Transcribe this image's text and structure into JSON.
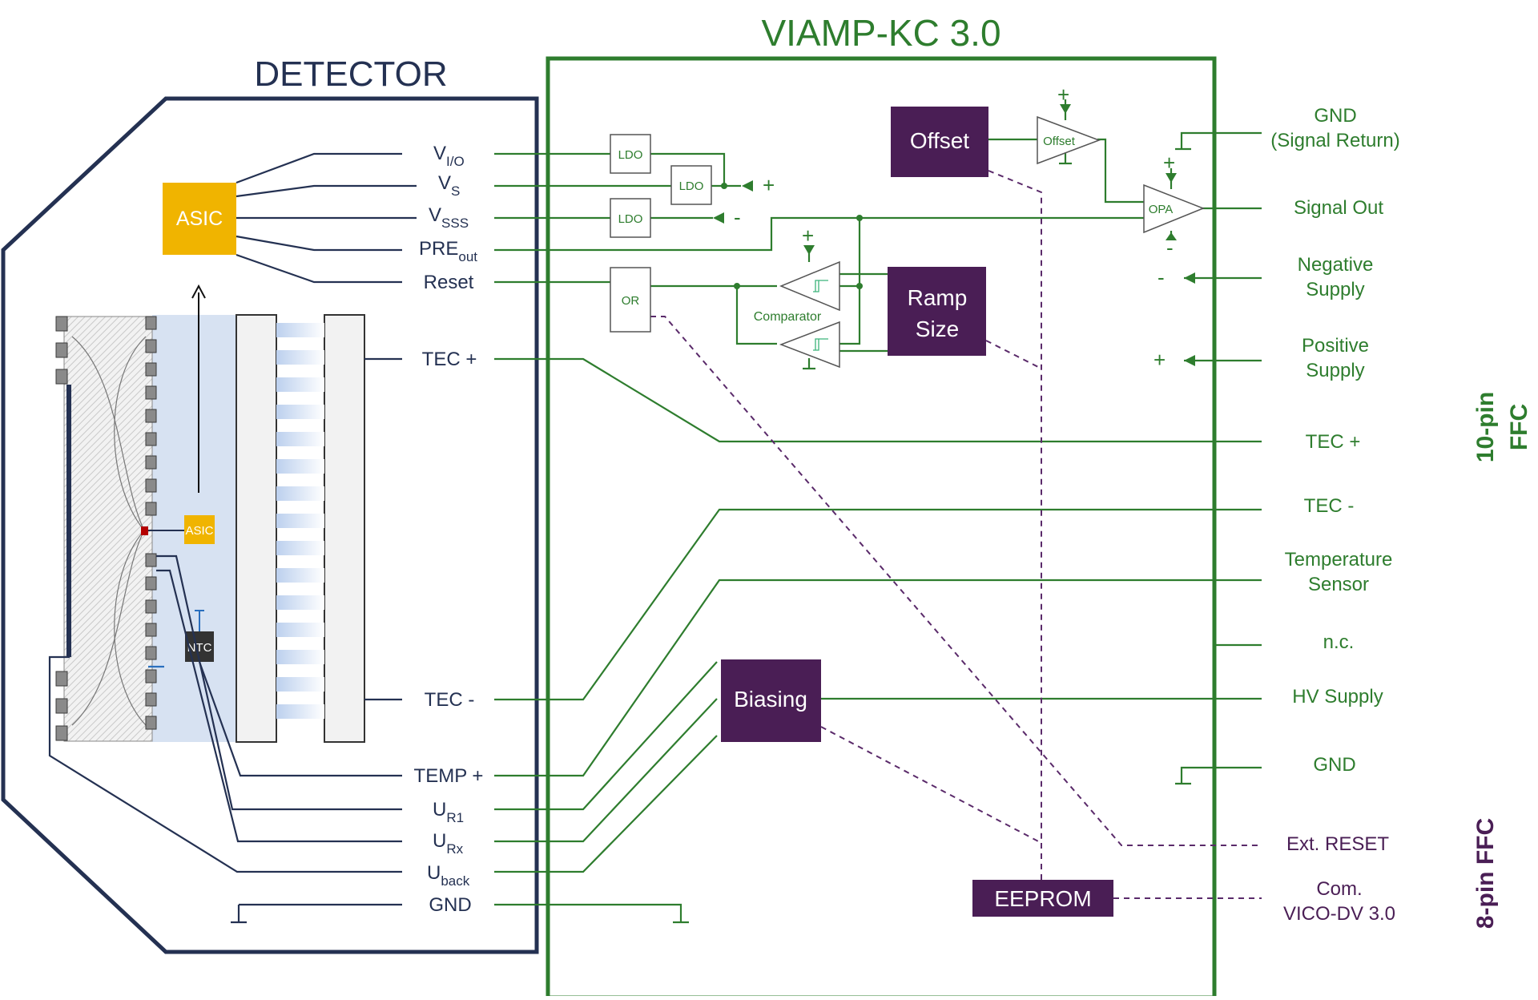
{
  "titles": {
    "detector": "DETECTOR",
    "amp": "VIAMP-KC 3.0"
  },
  "colors": {
    "navy": "#243152",
    "green": "#2e7d2e",
    "purple": "#4a1e55",
    "asic": "#f0b400",
    "panel": "#d7e2f2"
  },
  "detector": {
    "asic_big": "ASIC",
    "asic_small": "ASIC",
    "ntc": "NTC",
    "pins": {
      "vio": {
        "main": "V",
        "sub": "I/O"
      },
      "vs": {
        "main": "V",
        "sub": "S"
      },
      "vsss": {
        "main": "V",
        "sub": "SSS"
      },
      "preout": {
        "main": "PRE",
        "sub": "out"
      },
      "reset": "Reset",
      "tec_plus": "TEC +",
      "tec_minus": "TEC -",
      "temp_plus": "TEMP +",
      "ur1": {
        "main": "U",
        "sub": "R1"
      },
      "urx": {
        "main": "U",
        "sub": "Rx"
      },
      "uback": {
        "main": "U",
        "sub": "back"
      },
      "gnd": "GND"
    }
  },
  "amp": {
    "ldo": "LDO",
    "or": "OR",
    "comparator": "Comparator",
    "offset_block": "Offset",
    "offset_amp": "Offset",
    "opa": "OPA",
    "ramp": [
      "Ramp",
      "Size"
    ],
    "biasing": "Biasing",
    "eeprom": "EEPROM",
    "plus": "+",
    "minus": "-"
  },
  "outputs": {
    "gnd_signal": [
      "GND",
      "(Signal Return)"
    ],
    "signal_out": "Signal Out",
    "neg_supply": [
      "Negative",
      "Supply"
    ],
    "pos_supply": [
      "Positive",
      "Supply"
    ],
    "tec_plus": "TEC +",
    "tec_minus": "TEC -",
    "temp_sensor": [
      "Temperature",
      "Sensor"
    ],
    "nc": "n.c.",
    "hv_supply": "HV Supply",
    "gnd": "GND",
    "ext_reset": "Ext. RESET",
    "com": [
      "Com.",
      "VICO-DV 3.0"
    ]
  },
  "connectors": {
    "pin10": [
      "10-pin",
      "FFC"
    ],
    "pin8": "8-pin FFC"
  }
}
